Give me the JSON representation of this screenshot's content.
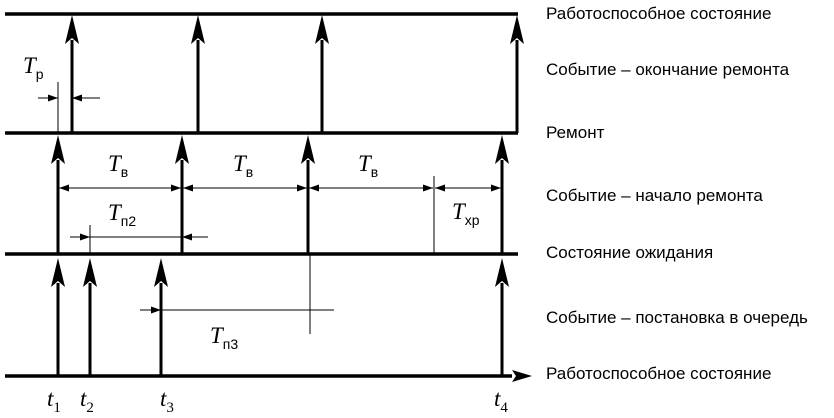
{
  "labels": {
    "operable_top": "Работоспособное состояние",
    "repair_end_event": "Событие – окончание ремонта",
    "repair": "Ремонт",
    "repair_start_event": "Событие – начало ремонта",
    "waiting_state": "Состояние ожидания",
    "queue_event": "Событие – постановка в очередь",
    "operable_bottom": "Работоспособное состояние"
  },
  "symbols": {
    "tr": {
      "main": "T",
      "sub": "р"
    },
    "tv1": {
      "main": "T",
      "sub": "в"
    },
    "tv2": {
      "main": "T",
      "sub": "в"
    },
    "tv3": {
      "main": "T",
      "sub": "в"
    },
    "tp2": {
      "main": "T",
      "sub": "п2"
    },
    "txr": {
      "main": "T",
      "sub": "хр"
    },
    "tp3": {
      "main": "T",
      "sub": "п3"
    }
  },
  "time_marks": [
    {
      "main": "t",
      "sub": "1"
    },
    {
      "main": "t",
      "sub": "2"
    },
    {
      "main": "t",
      "sub": "3"
    },
    {
      "main": "t",
      "sub": "4"
    }
  ]
}
